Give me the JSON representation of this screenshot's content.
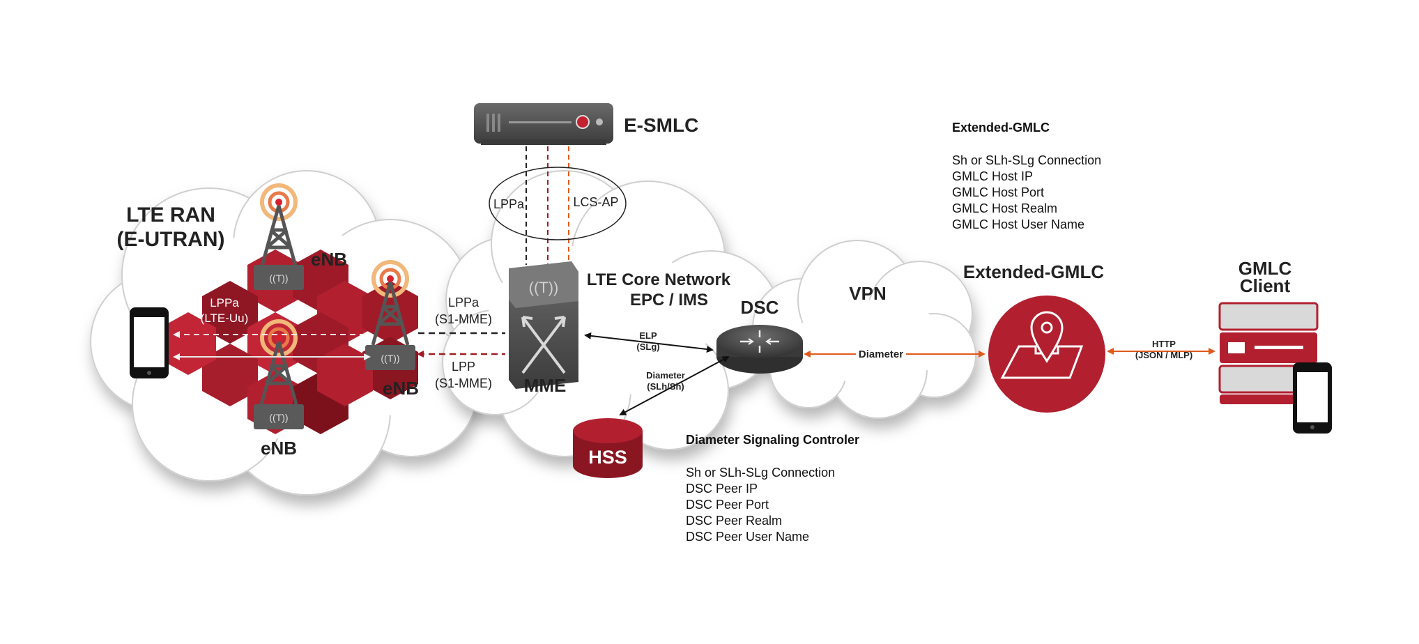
{
  "colors": {
    "brand_red": "#b22030",
    "dark_red": "#7c111c",
    "device_gray": "#4e4e4e",
    "link_orange": "#e05a1c",
    "link_dark_red": "#a11a24"
  },
  "ran": {
    "title_line1": "LTE RAN",
    "title_line2": "(E-UTRAN)",
    "enb_top": "eNB",
    "enb_right": "eNB",
    "enb_bottom": "eNB",
    "lppa_line1": "LPPa",
    "lppa_line2": "(LTE-Uu)"
  },
  "links": {
    "lppa_s1_line1": "LPPa",
    "lppa_s1_line2": "(S1-MME)",
    "lpp_s1_line1": "LPP",
    "lpp_s1_line2": "(S1-MME)",
    "elp_line1": "ELP",
    "elp_line2": "(SLg)",
    "diam_line1": "Diameter",
    "diam_line2": "(SLh/Sh)",
    "diameter_vpn": "Diameter",
    "http_line1": "HTTP",
    "http_line2": "(JSON / MLP)"
  },
  "esmlc": {
    "label": "E-SMLC",
    "lppa": "LPPa",
    "lcsap": "LCS-AP"
  },
  "core": {
    "title_line1": "LTE Core Network",
    "title_line2": "EPC / IMS",
    "mme": "MME",
    "dsc": "DSC",
    "hss": "HSS"
  },
  "vpn": {
    "label": "VPN"
  },
  "gmlc": {
    "label": "Extended-GMLC"
  },
  "client": {
    "line1": "GMLC",
    "line2": "Client"
  },
  "gmlc_info": {
    "title": "Extended-GMLC",
    "lines": [
      "Sh or SLh-SLg Connection",
      "GMLC Host IP",
      "GMLC Host Port",
      "GMLC Host Realm",
      "GMLC Host User Name"
    ]
  },
  "dsc_info": {
    "title": "Diameter Signaling Controler",
    "lines": [
      "Sh or SLh-SLg Connection",
      "DSC Peer IP",
      "DSC Peer Port",
      "DSC Peer Realm",
      "DSC Peer User Name"
    ]
  }
}
